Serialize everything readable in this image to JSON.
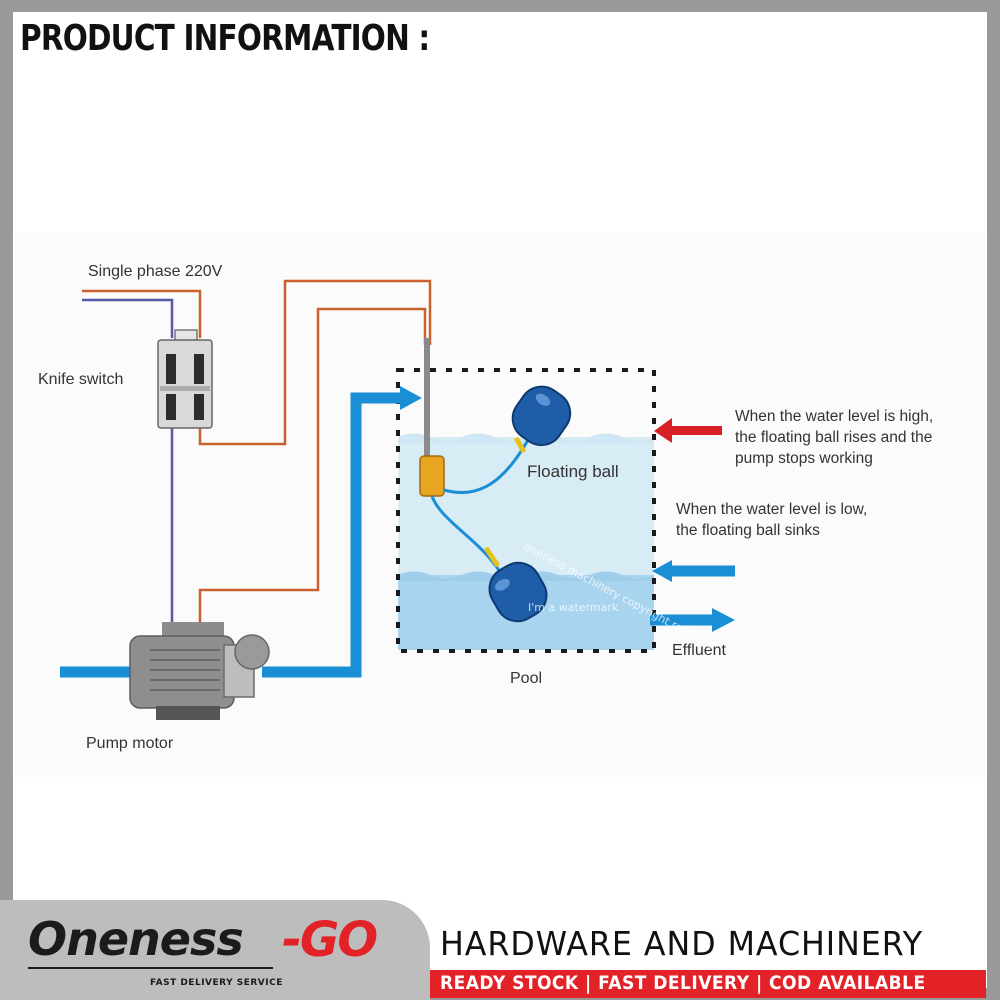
{
  "header": {
    "title": "PRODUCT INFORMATION :"
  },
  "diagram": {
    "labels": {
      "power": "Single phase 220V",
      "switch": "Knife switch",
      "floating_ball": "Floating ball",
      "pool": "Pool",
      "effluent": "Effluent",
      "pump": "Pump motor"
    },
    "notes": {
      "high": [
        "When the water level is high,",
        "the floating ball rises and the",
        "pump stops working"
      ],
      "low": [
        "When the water level is low,",
        "the floating ball sinks"
      ]
    },
    "watermarks": [
      "oneness machinery copyright reserved",
      "I'm a watermark"
    ]
  },
  "footer": {
    "brand_main": "Oneness",
    "brand_go": "-GO",
    "brand_sub": "FAST DELIVERY SERVICE",
    "title": "HARDWARE AND MACHINERY",
    "tagline": "READY STOCK | FAST DELIVERY | COD AVAILABLE"
  },
  "colors": {
    "brand_red": "#e32228",
    "pipe_blue": "#1a8fd6",
    "wire_orange": "#c9602d",
    "wire_purple": "#5a58a8",
    "water": "#bfe0f0"
  }
}
